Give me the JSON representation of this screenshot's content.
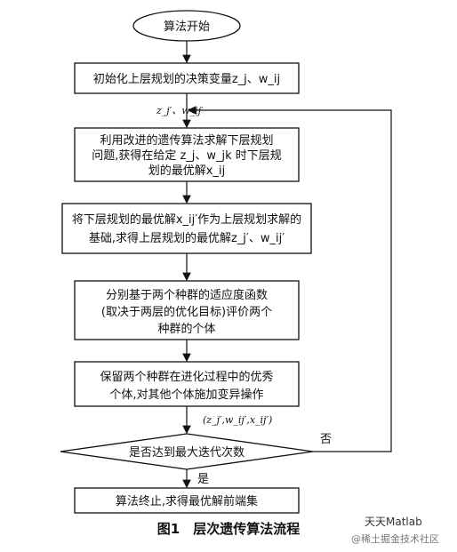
{
  "diagram": {
    "start": "算法开始",
    "step1": "初始化上层规划的决策变量z_j、w_ij",
    "loop_vars": "z_j′、w_ij′",
    "step2": [
      "利用改进的遗传算法求解下层规划",
      "问题,获得在给定 z_j、w_jk 时下层规",
      "划的最优解x_ij"
    ],
    "step3": [
      "将下层规划的最优解x_ij′作为上层规划求解的",
      "基础,求得上层规划的最优解z_j′、w_ij′"
    ],
    "step4": [
      "分别基于两个种群的适应度函数",
      "(取决于两层的优化目标)评价两个",
      "种群的个体"
    ],
    "step5": [
      "保留两个种群在进化过程中的优秀",
      "个体,对其他个体施加变异操作"
    ],
    "triplet": "(z_j′,w_ij′,x_ij′)",
    "decision": "是否达到最大迭代次数",
    "no": "否",
    "yes": "是",
    "end": "算法终止,求得最优解前端集"
  },
  "caption": "图1　层次遗传算法流程",
  "watermark": {
    "line1": "天天Matlab",
    "line2": "@稀土掘金技术社区"
  }
}
